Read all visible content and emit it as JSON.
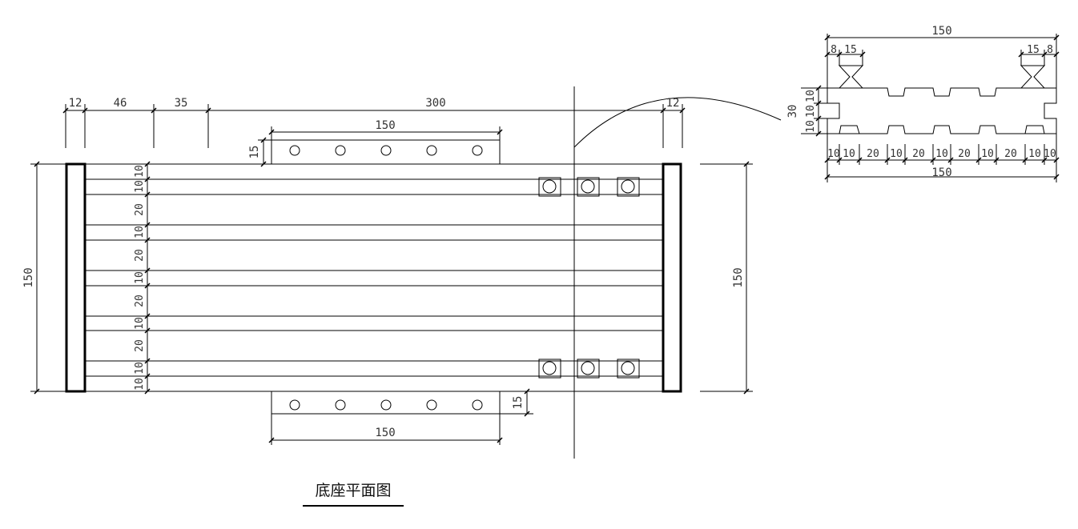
{
  "plan": {
    "title": "底座平面图",
    "top_dims": {
      "d12a": "12",
      "d46": "46",
      "d35": "35",
      "d300": "300",
      "d12b": "12"
    },
    "plate_top": {
      "width": "150",
      "height": "15"
    },
    "plate_bottom": {
      "width": "150",
      "height": "15"
    },
    "overall_left": "150",
    "overall_right": "150",
    "slat_dims": [
      "10",
      "10",
      "20",
      "10",
      "20",
      "10",
      "20",
      "10",
      "20",
      "10",
      "10"
    ]
  },
  "detail": {
    "overall_top": "150",
    "overall_bottom": "150",
    "left_dims": [
      "8",
      "15"
    ],
    "right_dims": [
      "15",
      "8"
    ],
    "side_total": "30",
    "side_dims": [
      "10",
      "10",
      "10"
    ],
    "bottom_dims": [
      "10",
      "10",
      "20",
      "10",
      "20",
      "10",
      "20",
      "10",
      "20",
      "10",
      "10"
    ]
  },
  "colors": {
    "line": "#000000",
    "text": "#333333"
  }
}
